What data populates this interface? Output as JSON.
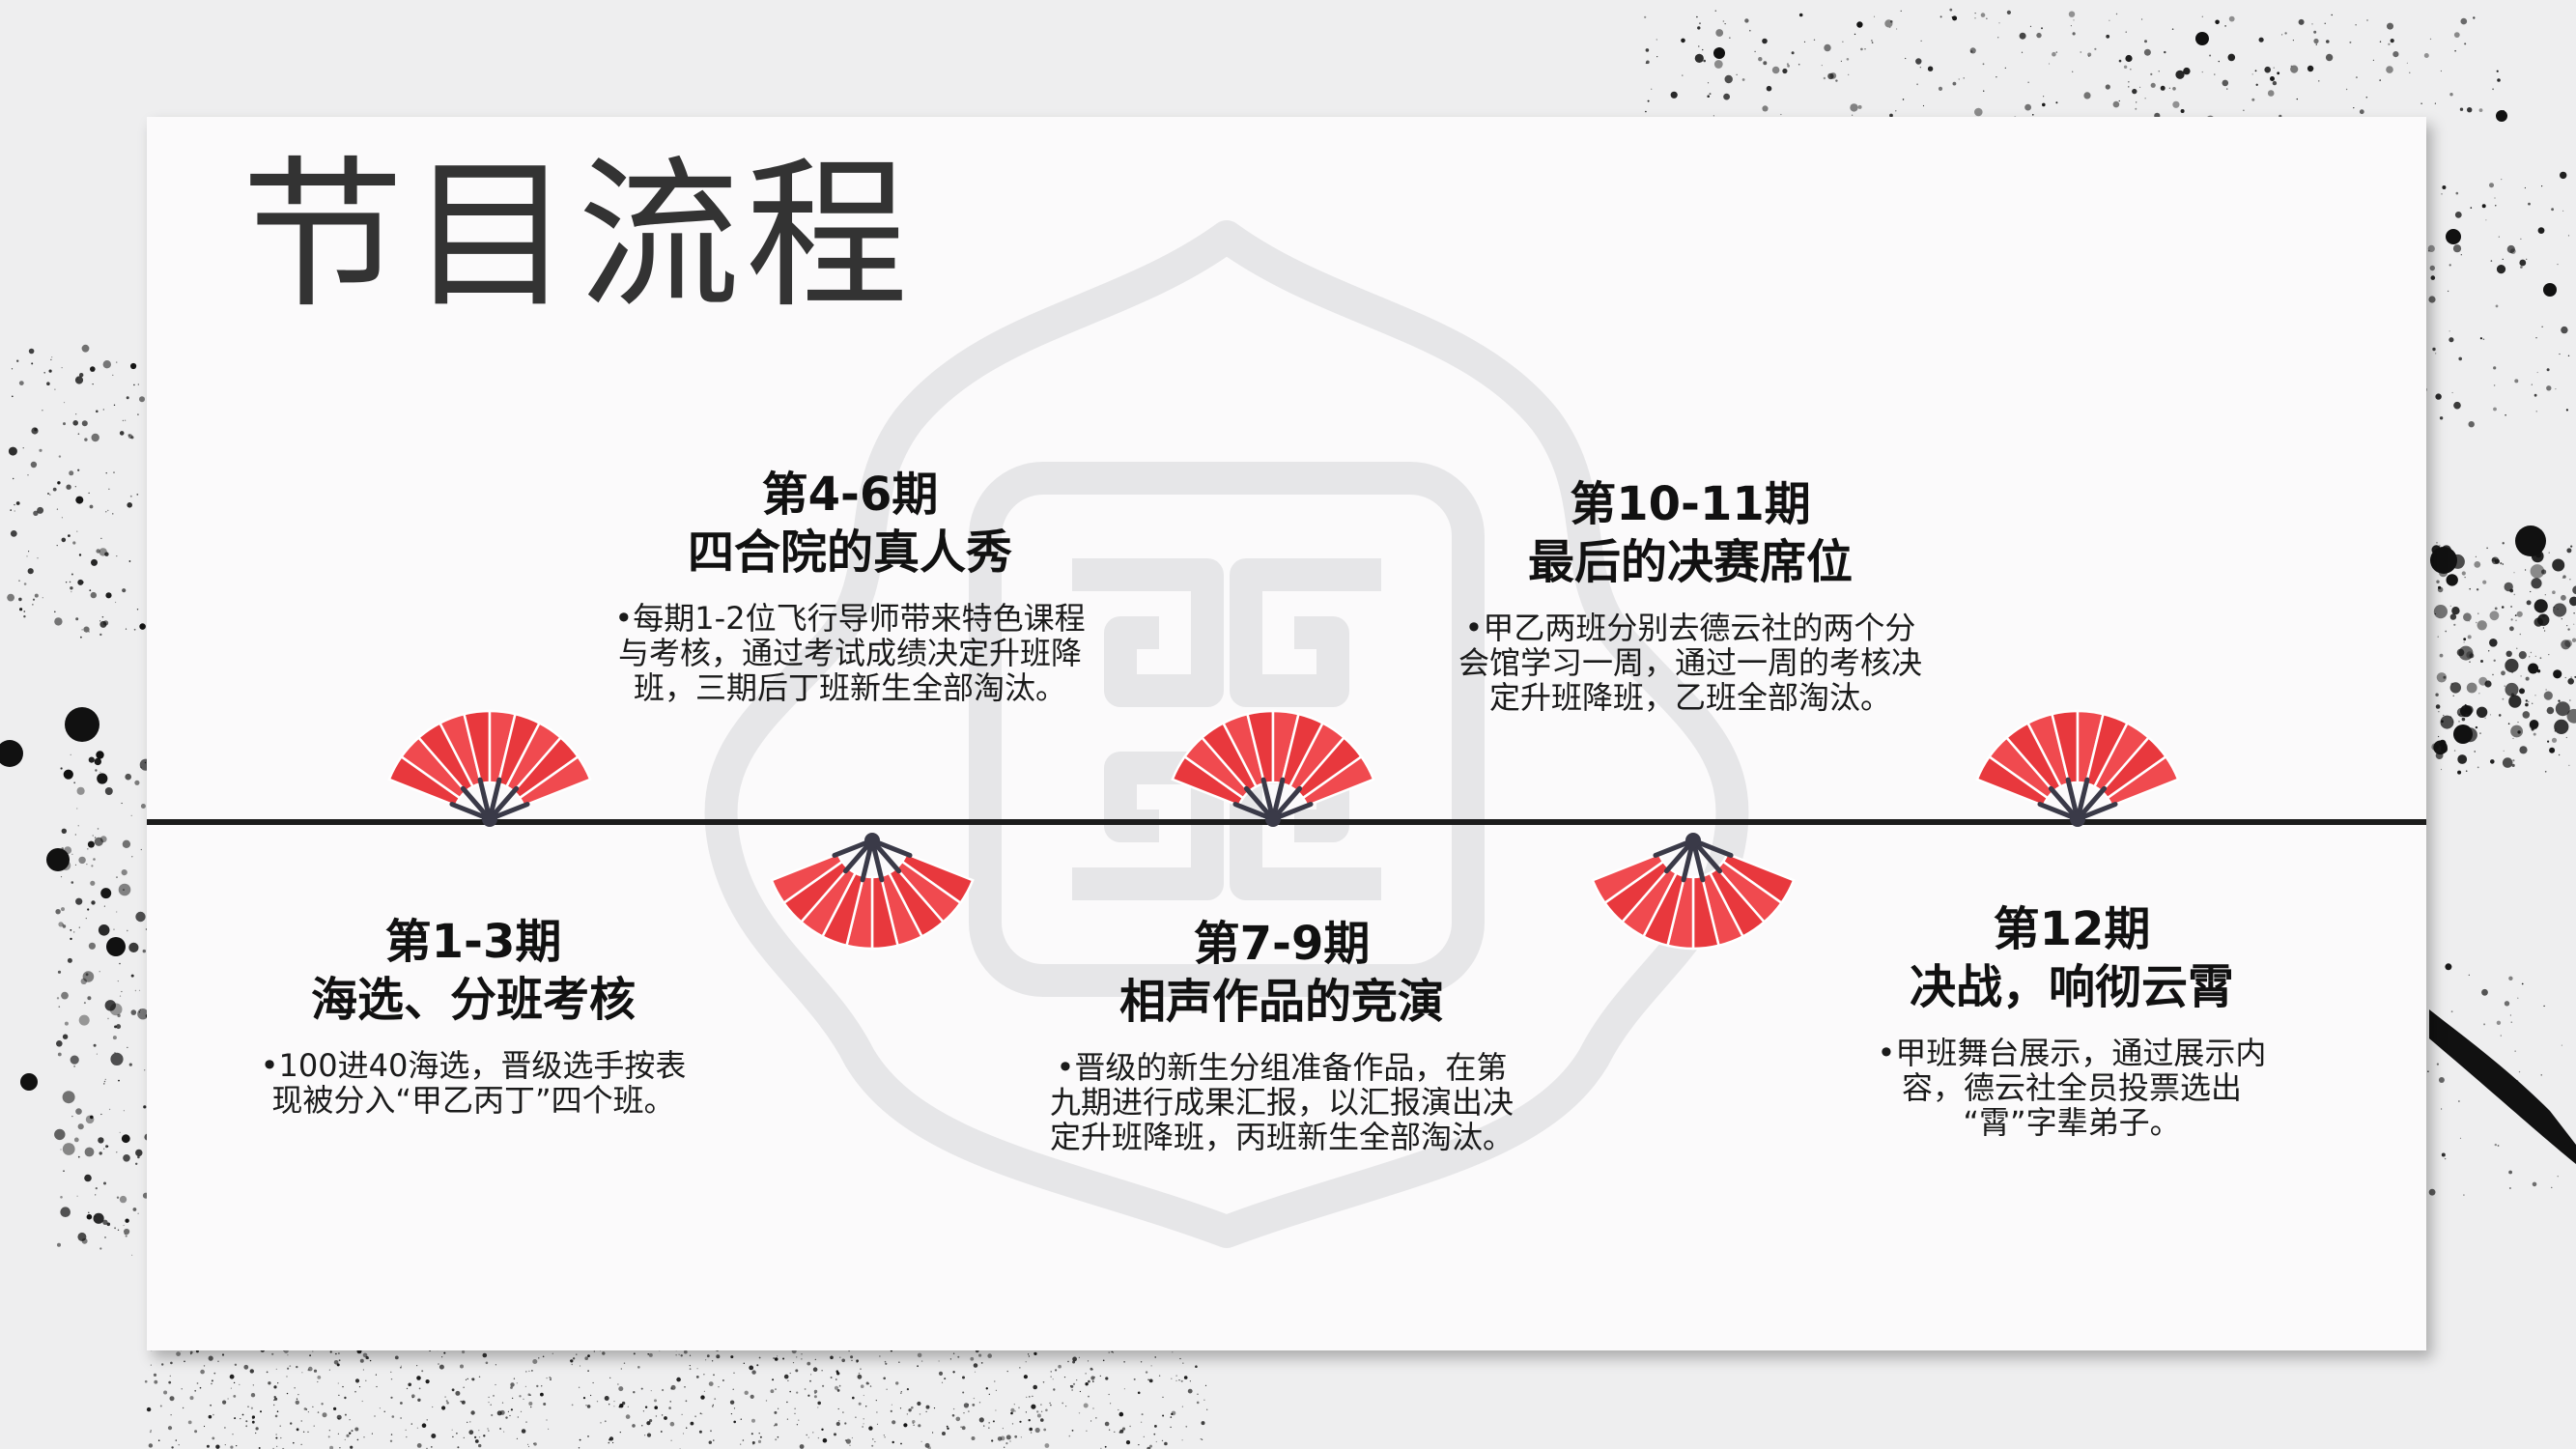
{
  "page": {
    "title": "节目流程"
  },
  "colors": {
    "fan_red": "#e8383d",
    "fan_dark": "#3a3a48",
    "timeline": "#1c1c1c",
    "background": "#eeeeef",
    "card": "#fbfafb"
  },
  "stages": [
    {
      "period": "第1-3期",
      "name": "海选、分班考核",
      "desc": "•100进40海选，晋级选手按表\n现被分入“甲乙丙丁”四个班。",
      "fan": "above"
    },
    {
      "period": "第4-6期",
      "name": "四合院的真人秀",
      "desc": "•每期1-2位飞行导师带来特色课程\n与考核，通过考试成绩决定升班降\n班，三期后丁班新生全部淘汰。",
      "fan": "below"
    },
    {
      "period": "第7-9期",
      "name": "相声作品的竞演",
      "desc": "•晋级的新生分组准备作品，在第\n九期进行成果汇报，以汇报演出决\n定升班降班，丙班新生全部淘汰。",
      "fan": "above"
    },
    {
      "period": "第10-11期",
      "name": "最后的决赛席位",
      "desc": "•甲乙两班分别去德云社的两个分\n会馆学习一周，通过一周的考核决\n定升班降班，乙班全部淘汰。",
      "fan": "below"
    },
    {
      "period": "第12期",
      "name": "决战，响彻云霄",
      "desc": "•甲班舞台展示，通过展示内\n容，德云社全员投票选出\n“霄”字辈弟子。",
      "fan": "above"
    }
  ]
}
